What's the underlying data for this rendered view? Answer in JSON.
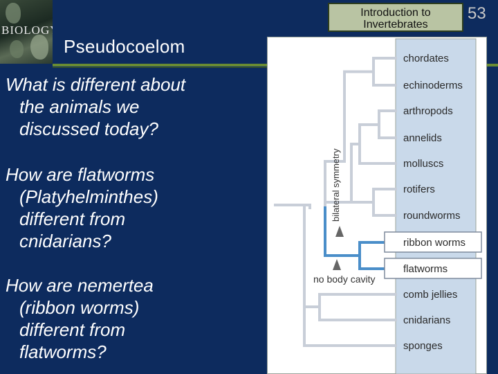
{
  "book": {
    "title": "BIOLOGY"
  },
  "header": {
    "title": "Pseudocoelom",
    "topic_line1": "Introduction to",
    "topic_line2": "Invertebrates",
    "page_number": "53"
  },
  "questions": [
    [
      "What is different about",
      "the animals we",
      "discussed today?"
    ],
    [
      "How are flatworms",
      "(Platyhelminthes)",
      "different from",
      "cnidarians?"
    ],
    [
      "How are nemertea",
      "(ribbon worms)",
      "different from",
      "flatworms?"
    ]
  ],
  "tree": {
    "taxa": [
      "chordates",
      "echinoderms",
      "arthropods",
      "annelids",
      "molluscs",
      "rotifers",
      "roundworms",
      "ribbon worms",
      "flatworms",
      "comb jellies",
      "cnidarians",
      "sponges"
    ],
    "highlighted": [
      "ribbon worms",
      "flatworms"
    ],
    "labels": {
      "bilateral": "bilateral symmetry",
      "nobody": "no body cavity"
    },
    "colors": {
      "highlight": "#4a8ec9",
      "tree": "#c8ced8",
      "band": "#c9d9ea"
    }
  }
}
